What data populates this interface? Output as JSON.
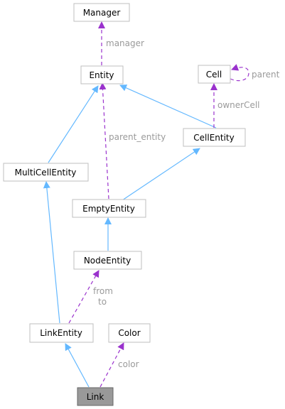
{
  "diagram": {
    "nodes": {
      "manager": "Manager",
      "entity": "Entity",
      "cell": "Cell",
      "cellentity": "CellEntity",
      "multicellentity": "MultiCellEntity",
      "emptyentity": "EmptyEntity",
      "nodeentity": "NodeEntity",
      "linkentity": "LinkEntity",
      "color": "Color",
      "link": "Link"
    },
    "edge_labels": {
      "manager": "manager",
      "parent": "parent",
      "ownerCell": "ownerCell",
      "parent_entity": "parent_entity",
      "from": "from",
      "to": "to",
      "color": "color"
    },
    "colors": {
      "inheritance": "#63b8ff",
      "association": "#9a32cd",
      "highlight": "#999999"
    }
  }
}
